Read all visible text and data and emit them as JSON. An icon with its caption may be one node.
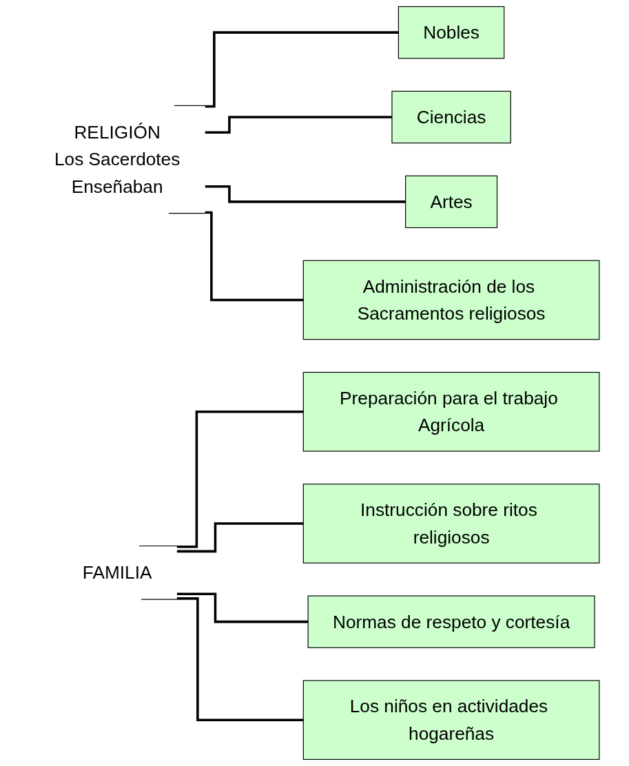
{
  "diagram": {
    "nodes": [
      {
        "text": [
          "RELIGIÓN",
          "Los Sacerdotes",
          "Enseñaban"
        ]
      },
      {
        "text": [
          "Nobles"
        ]
      },
      {
        "text": [
          "Ciencias"
        ]
      },
      {
        "text": [
          "Artes"
        ]
      },
      {
        "text": [
          "Administración de los Sacramentos religiosos"
        ]
      },
      {
        "text": [
          "FAMILIA"
        ]
      },
      {
        "text": [
          "Preparación para el trabajo Agrícola"
        ]
      },
      {
        "text": [
          "Instrucción sobre ritos religiosos"
        ]
      },
      {
        "text": [
          "Normas de respeto y cortesía"
        ]
      },
      {
        "text": [
          "Los niños en actividades hogareñas"
        ]
      }
    ],
    "edges": [
      {
        "from": 0,
        "to": 1,
        "arrow": "none"
      },
      {
        "from": 0,
        "to": 2,
        "arrow": "none"
      },
      {
        "from": 0,
        "to": 3,
        "arrow": "none"
      },
      {
        "from": 0,
        "to": 4,
        "arrow": "none"
      },
      {
        "from": 5,
        "to": 6,
        "arrow": "none"
      },
      {
        "from": 5,
        "to": 7,
        "arrow": "none"
      },
      {
        "from": 5,
        "to": 8,
        "arrow": "none"
      },
      {
        "from": 5,
        "to": 9,
        "arrow": "none"
      }
    ]
  }
}
